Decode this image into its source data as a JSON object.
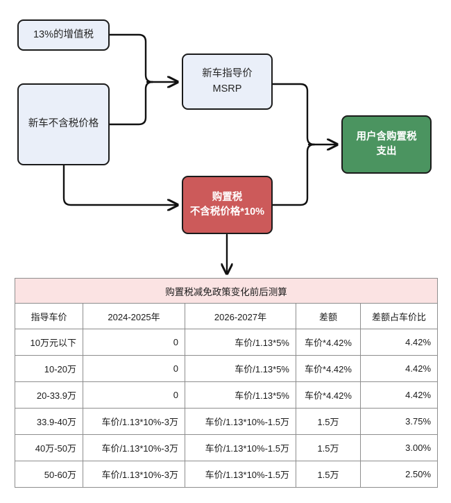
{
  "diagram": {
    "nodes": {
      "vat": {
        "label": "13%的增值税"
      },
      "net_price": {
        "label": "新车不含税价格"
      },
      "msrp": {
        "label": "新车指导价\nMSRP"
      },
      "purchase_tax": {
        "label": "购置税\n不含税价格*10%"
      },
      "user_expense": {
        "label": "用户含购置税\n支出"
      }
    },
    "colors": {
      "blue_fill": "#eaeff9",
      "red_fill": "#cc5a5a",
      "green_fill": "#4b9460",
      "stroke": "#1b1b1b",
      "table_header_fill": "#fbe3e3",
      "table_border": "#8d8d8d"
    }
  },
  "table": {
    "title": "购置税减免政策变化前后测算",
    "columns": [
      "指导车价",
      "2024-2025年",
      "2026-2027年",
      "差额",
      "差额占车价比"
    ],
    "rows": [
      [
        "10万元以下",
        "0",
        "车价/1.13*5%",
        "车价*4.42%",
        "4.42%"
      ],
      [
        "10-20万",
        "0",
        "车价/1.13*5%",
        "车价*4.42%",
        "4.42%"
      ],
      [
        "20-33.9万",
        "0",
        "车价/1.13*5%",
        "车价*4.42%",
        "4.42%"
      ],
      [
        "33.9-40万",
        "车价/1.13*10%-3万",
        "车价/1.13*10%-1.5万",
        "1.5万",
        "3.75%"
      ],
      [
        "40万-50万",
        "车价/1.13*10%-3万",
        "车价/1.13*10%-1.5万",
        "1.5万",
        "3.00%"
      ],
      [
        "50-60万",
        "车价/1.13*10%-3万",
        "车价/1.13*10%-1.5万",
        "1.5万",
        "2.50%"
      ]
    ]
  }
}
